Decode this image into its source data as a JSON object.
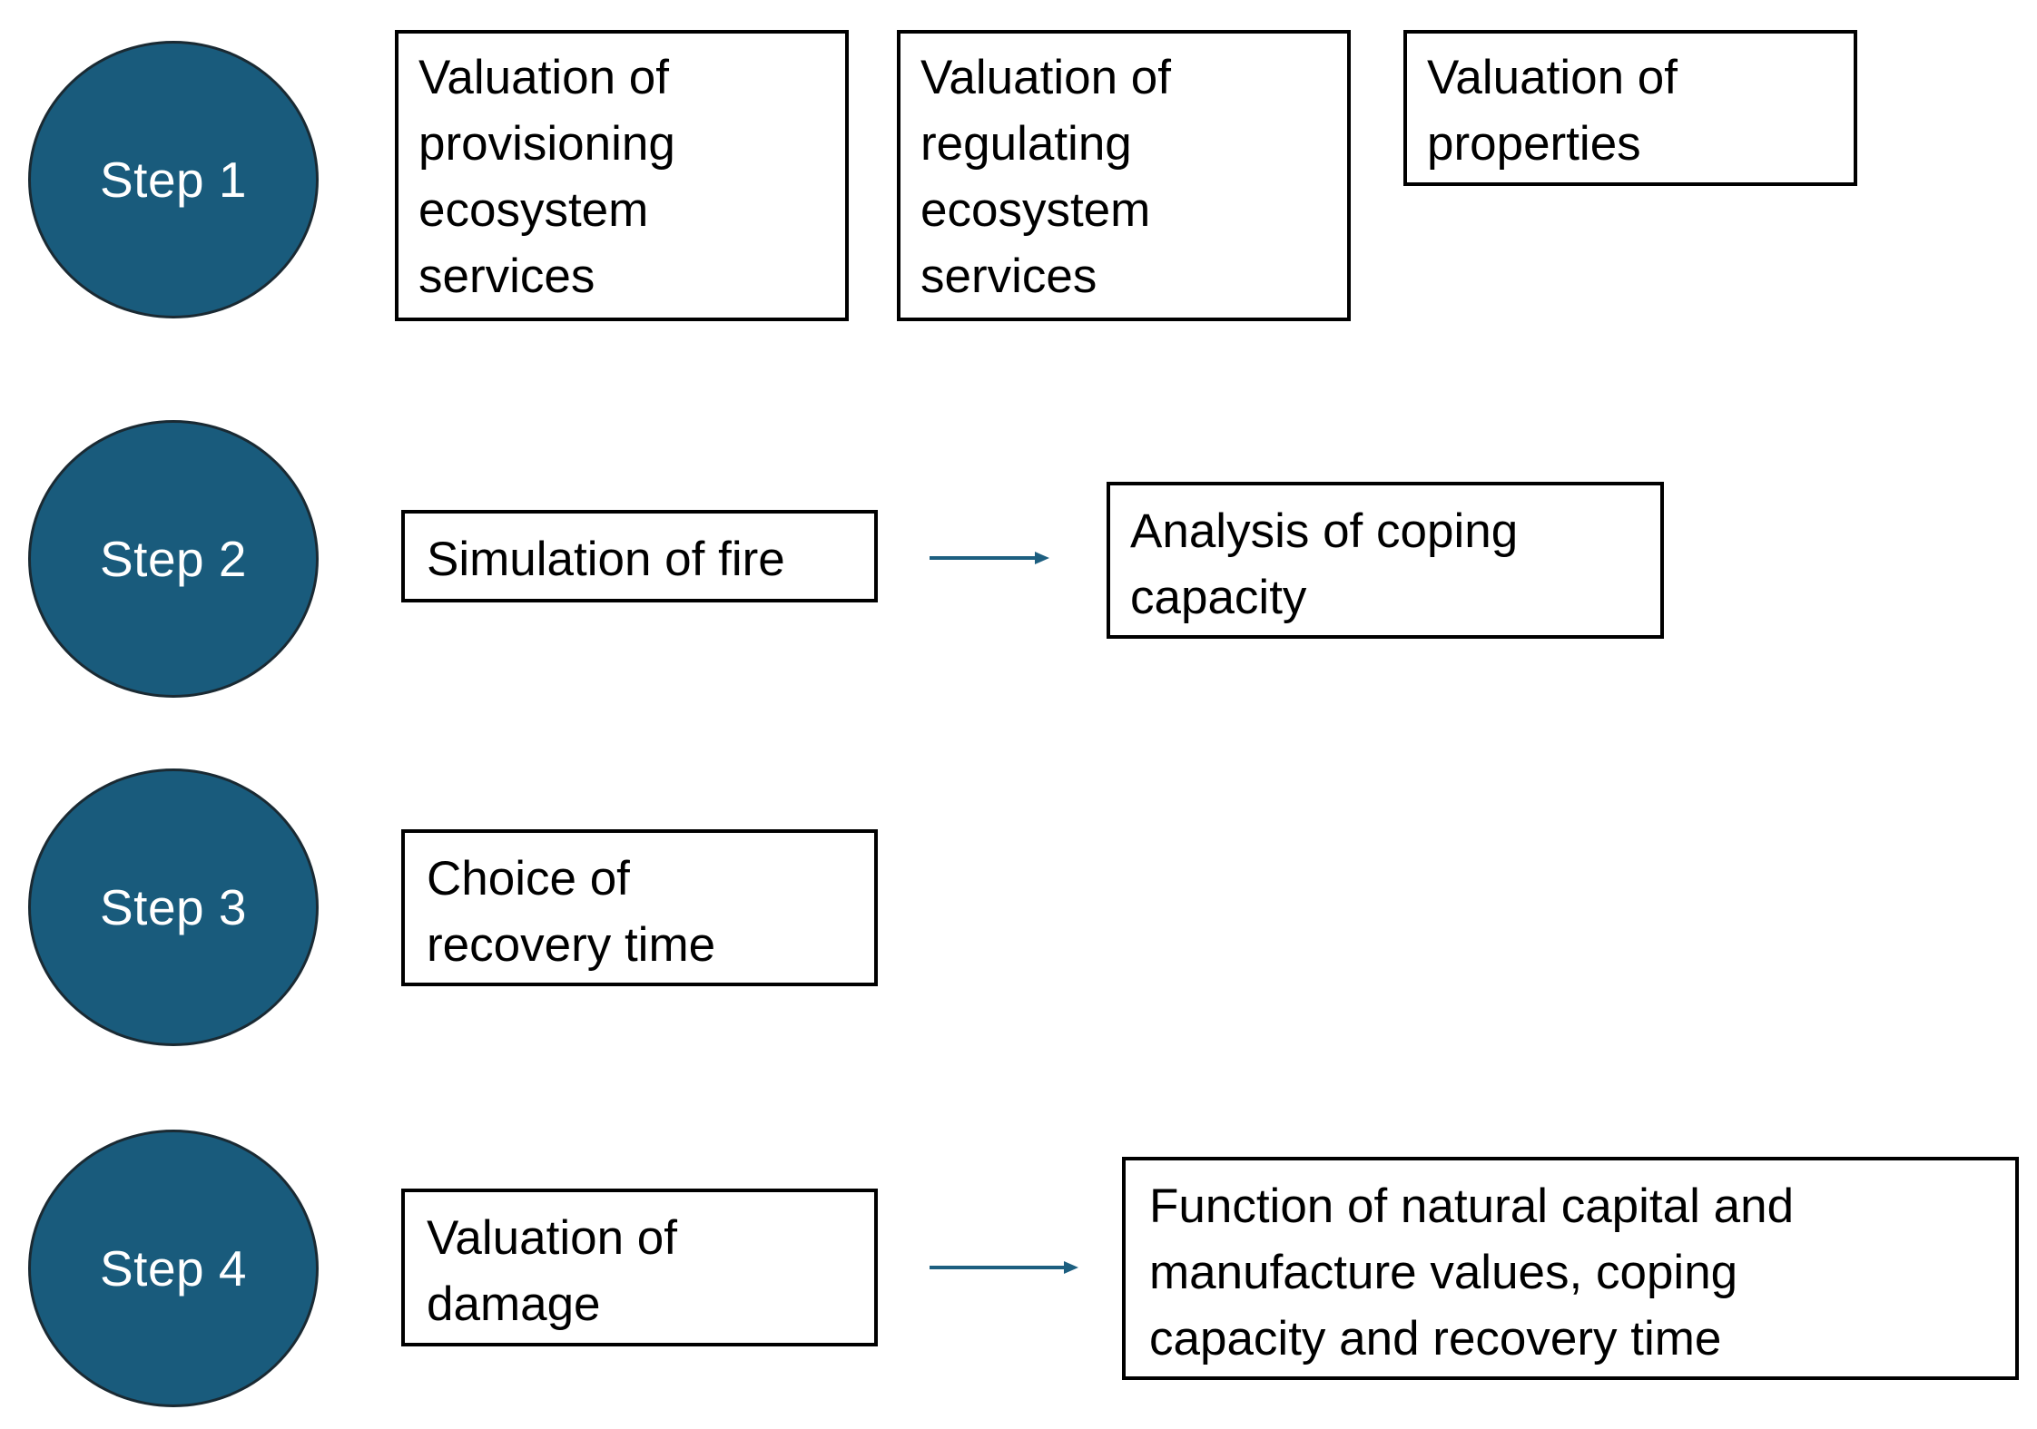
{
  "colors": {
    "circle_fill": "#195b7c",
    "arrow": "#1d5f80",
    "box_border": "#000000"
  },
  "steps": [
    {
      "label": "Step 1"
    },
    {
      "label": "Step 2"
    },
    {
      "label": "Step 3"
    },
    {
      "label": "Step 4"
    }
  ],
  "boxes": {
    "provisioning": "Valuation of\nprovisioning\necosystem\nservices",
    "regulating": "Valuation of\nregulating\necosystem\nservices",
    "properties": "Valuation of\nproperties",
    "simulation": "Simulation of fire",
    "coping": "Analysis of coping\ncapacity",
    "recovery": "Choice of\nrecovery time",
    "damage": "Valuation of\ndamage",
    "function": "Function of natural capital and\nmanufacture values, coping\ncapacity and recovery time"
  }
}
